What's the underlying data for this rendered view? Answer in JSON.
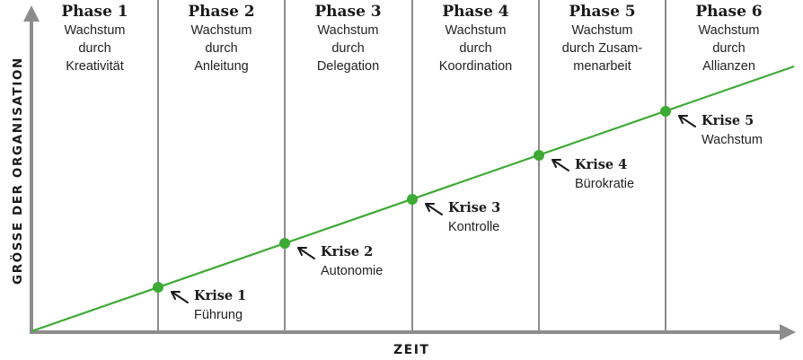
{
  "axes": {
    "y_label": "GRÖSSE DER ORGANISATION",
    "x_label": "ZEIT"
  },
  "phases": [
    {
      "title": "Phase 1",
      "description": "Wachstum\ndurch\nKreativität"
    },
    {
      "title": "Phase 2",
      "description": "Wachstum\ndurch\nAnleitung"
    },
    {
      "title": "Phase 3",
      "description": "Wachstum\ndurch\nDelegation"
    },
    {
      "title": "Phase 4",
      "description": "Wachstum\ndurch\nKoordination"
    },
    {
      "title": "Phase 5",
      "description": "Wachstum\ndurch Zusam-\nmenarbeit"
    },
    {
      "title": "Phase 6",
      "description": "Wachstum\ndurch\nAllianzen"
    }
  ],
  "crises": [
    {
      "title": "Krise 1",
      "description": "Führung"
    },
    {
      "title": "Krise 2",
      "description": "Autonomie"
    },
    {
      "title": "Krise 3",
      "description": "Kontrolle"
    },
    {
      "title": "Krise 4",
      "description": "Bürokratie"
    },
    {
      "title": "Krise 5",
      "description": "Wachstum"
    }
  ],
  "colors": {
    "growth_line": "#3daa35",
    "crisis_dot": "#3daa35",
    "axis": "#8c8c8c",
    "divider": "#1a1a1a"
  }
}
